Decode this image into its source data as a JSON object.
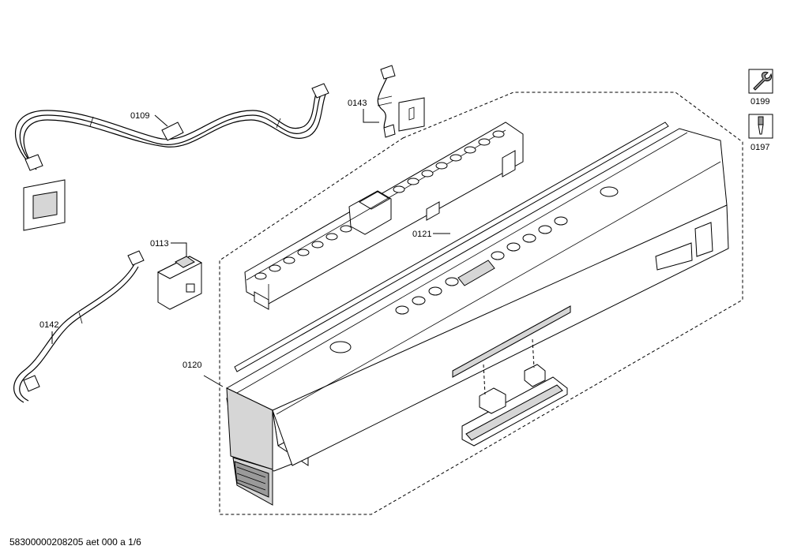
{
  "parts": {
    "p0109": "0109",
    "p0143": "0143",
    "p0113": "0113",
    "p0121": "0121",
    "p0142": "0142",
    "p0120": "0120"
  },
  "tools": {
    "t0199": "0199",
    "t0197": "0197",
    "wrench_icon": "wrench-icon",
    "screwdriver_icon": "screwdriver-icon"
  },
  "footer": {
    "doc_ref": "58300000208205 aet 000 a 1/6"
  }
}
